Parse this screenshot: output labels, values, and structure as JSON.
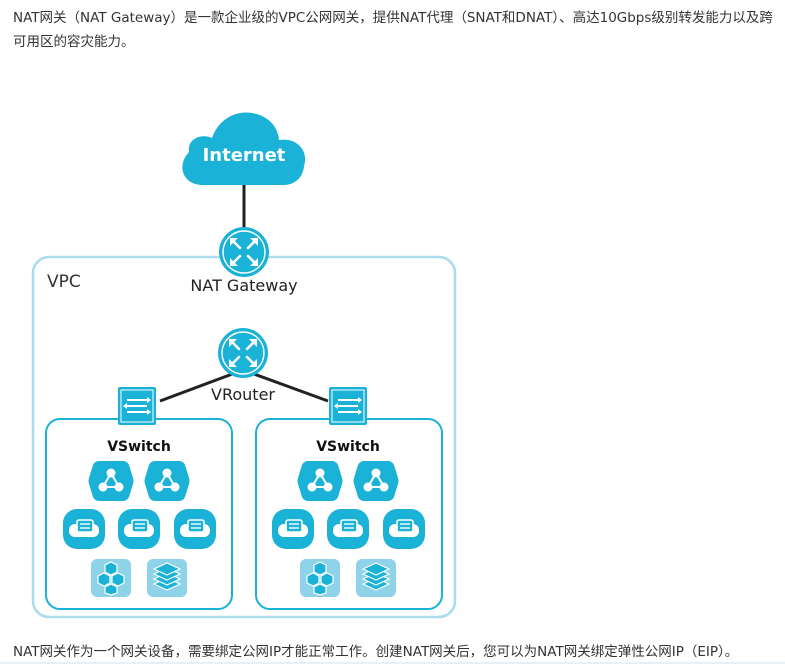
{
  "paragraph_intro": "NAT网关（NAT Gateway）是一款企业级的VPC公网网关，提供NAT代理（SNAT和DNAT）、高达10Gbps级别转发能力以及跨可用区的容灾能力。",
  "paragraph_footer": "NAT网关作为一个网关设备，需要绑定公网IP才能正常工作。创建NAT网关后，您可以为NAT网关绑定弹性公网IP（EIP）。",
  "diagram": {
    "internet_label": "Internet",
    "vpc_label": "VPC",
    "nat_gateway_label": "NAT Gateway",
    "vrouter_label": "VRouter",
    "vswitch_left_label": "VSwitch",
    "vswitch_right_label": "VSwitch"
  },
  "colors": {
    "accent": "#1ab2d6",
    "accent_dark": "#0a8fb5",
    "vpc_border": "#a9dcec",
    "line": "#222222"
  }
}
